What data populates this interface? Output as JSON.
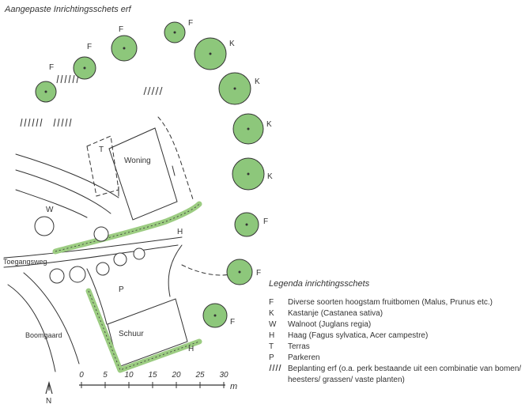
{
  "title": "Aangepaste Inrichtingsschets erf",
  "labels": {
    "woning": "Woning",
    "schuur": "Schuur",
    "terras": "T",
    "parkeren": "P",
    "toegangsweg": "Toegangsweg",
    "boomgaard": "Boomgaard",
    "walnoot": "W",
    "haag": "H",
    "fruit": "F",
    "kastanje": "K"
  },
  "scale": {
    "ticks": [
      "0",
      "5",
      "10",
      "15",
      "20",
      "25",
      "30"
    ],
    "unit": "m"
  },
  "north": "N",
  "legend": {
    "title": "Legenda inrichtingsschets",
    "items": [
      {
        "key": "F",
        "desc": "Diverse soorten hoogstam fruitbomen (Malus, Prunus etc.)"
      },
      {
        "key": "K",
        "desc": "Kastanje (Castanea sativa)"
      },
      {
        "key": "W",
        "desc": "Walnoot (Juglans regia)"
      },
      {
        "key": "H",
        "desc": "Haag (Fagus sylvatica, Acer campestre)"
      },
      {
        "key": "T",
        "desc": "Terras"
      },
      {
        "key": "P",
        "desc": "Parkeren"
      },
      {
        "key": "",
        "symbol": "hatch",
        "desc": "Beplanting erf (o.a. perk bestaande uit een combinatie van bomen/ heesters/ grassen/ vaste planten)"
      }
    ]
  },
  "colors": {
    "tree": "#8dc77b",
    "hedge": "#9ccc82",
    "outline": "#333333"
  }
}
